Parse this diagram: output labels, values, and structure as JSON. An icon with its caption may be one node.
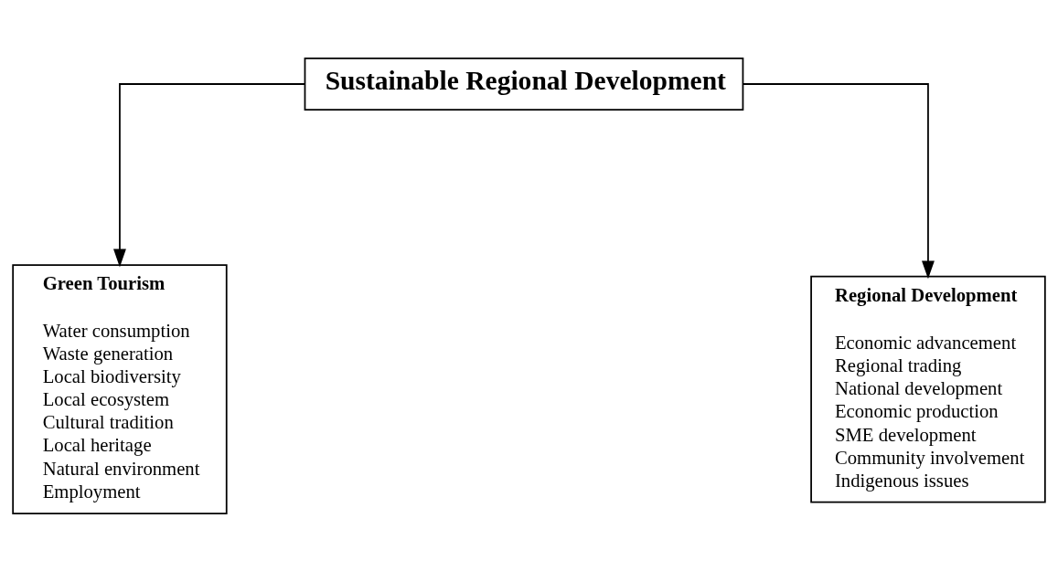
{
  "diagram": {
    "nodes": [
      {
        "text": [
          "Sustainable Regional Development"
        ]
      },
      {
        "text": [
          "Green Tourism",
          "Water consumption",
          "Waste generation",
          "Local biodiversity",
          "Local ecosystem",
          "Cultural tradition",
          "Local heritage",
          "Natural environment",
          "Employment"
        ]
      },
      {
        "text": [
          "Regional Development",
          "Economic advancement",
          "Regional trading",
          "National development",
          "Economic production",
          "SME development",
          "Community involvement",
          "Indigenous issues"
        ]
      }
    ],
    "edges": [
      {
        "from": 0,
        "to": 1,
        "arrow": "to"
      },
      {
        "from": 0,
        "to": 2,
        "arrow": "to"
      }
    ]
  }
}
